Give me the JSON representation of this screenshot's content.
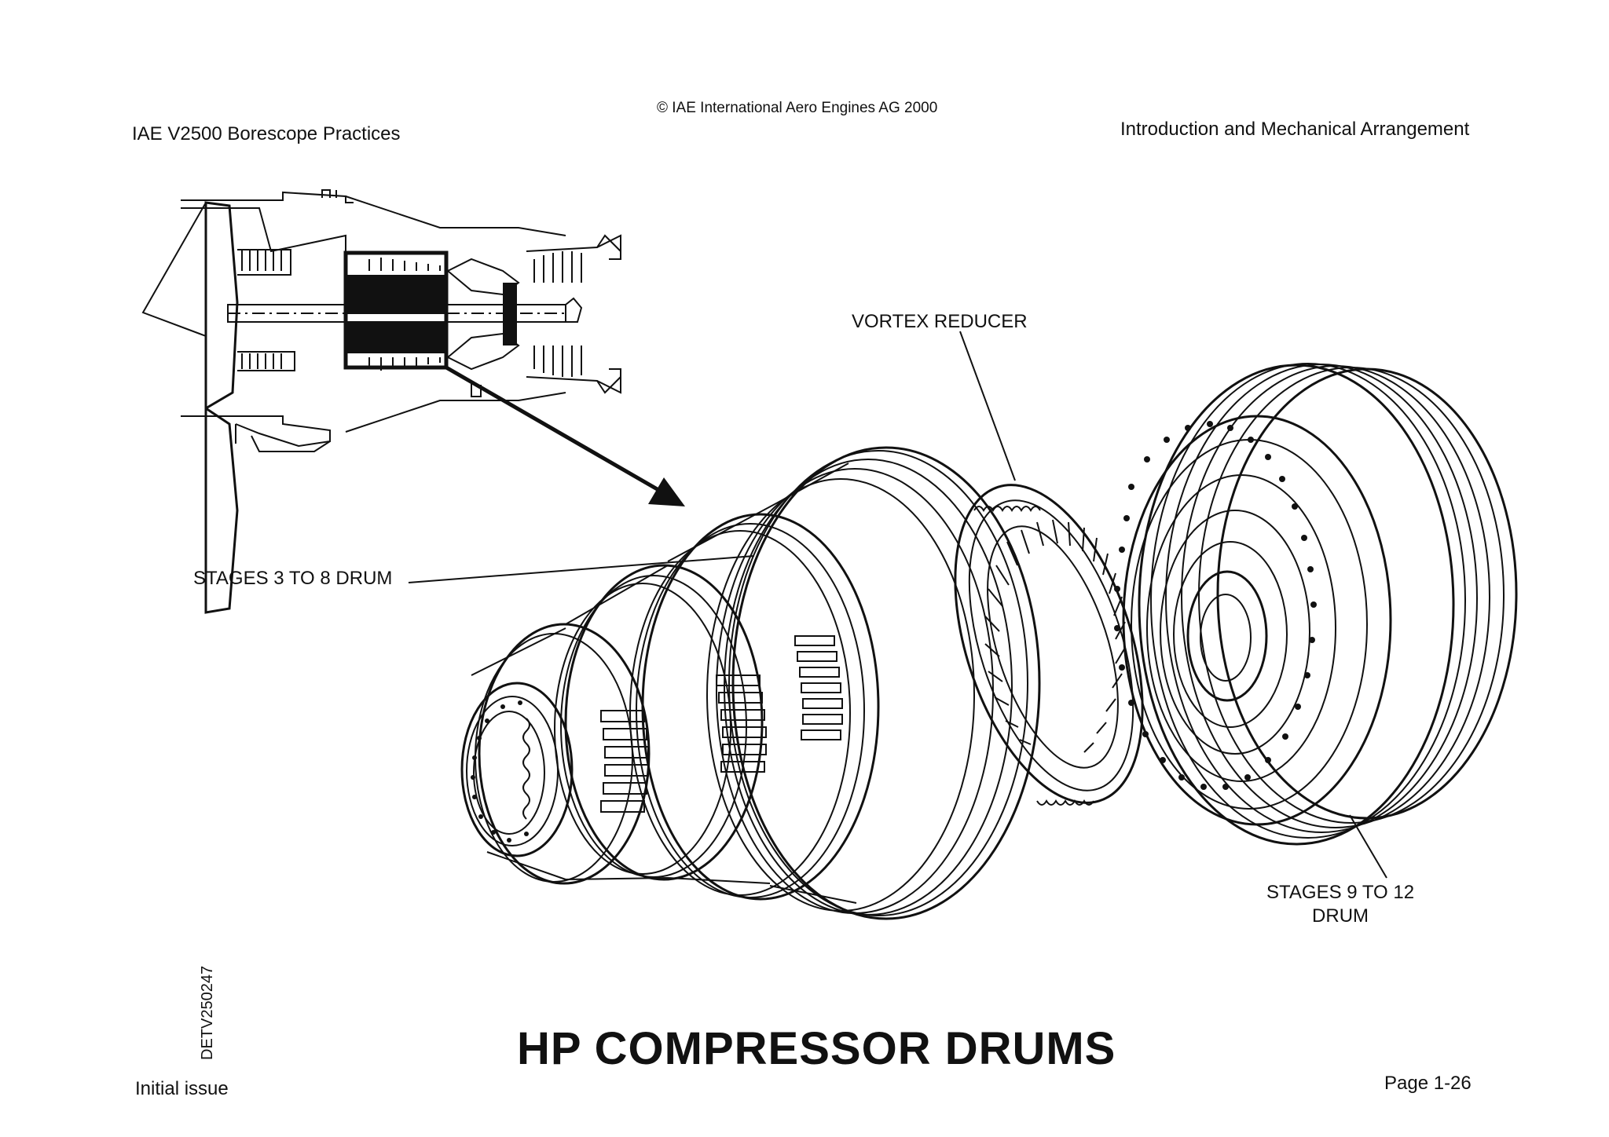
{
  "header": {
    "left": "IAE V2500 Borescope Practices",
    "center": "© IAE International Aero Engines AG 2000",
    "right": "Introduction and Mechanical Arrangement"
  },
  "labels": {
    "vortex_reducer": "VORTEX REDUCER",
    "stages_3_to_8": "STAGES 3 TO 8 DRUM",
    "stages_9_to_12_line1": "STAGES 9 TO 12",
    "stages_9_to_12_line2": "DRUM"
  },
  "doc_id": "DETV250247",
  "page_title": "HP COMPRESSOR DRUMS",
  "footer": {
    "left": "Initial issue",
    "right": "Page 1-26"
  }
}
